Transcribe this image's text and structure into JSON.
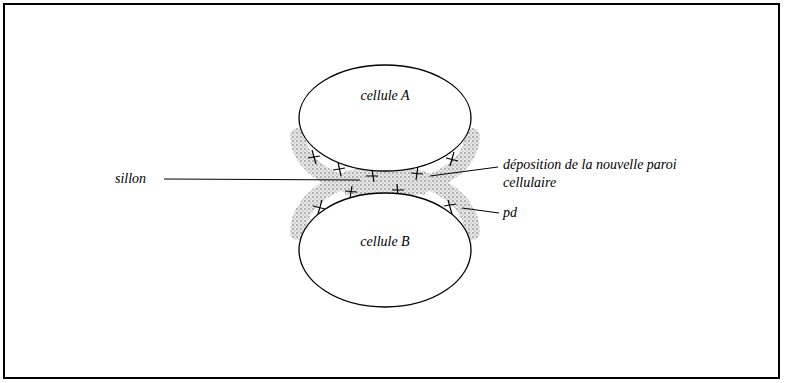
{
  "diagram": {
    "nodes": [
      {
        "text": [
          "cellule A"
        ]
      },
      {
        "text": [
          "cellule B"
        ]
      }
    ],
    "labels": [
      "sillon",
      "déposition de la nouvelle paroi cellulaire",
      "pd"
    ]
  }
}
